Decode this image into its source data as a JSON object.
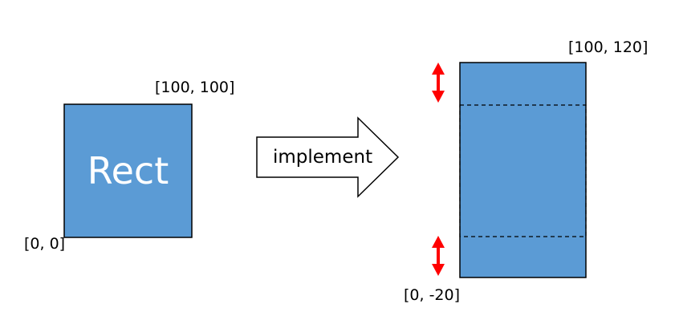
{
  "source": {
    "label": "Rect",
    "top_right": "[100, 100]",
    "bottom_left": "[0, 0]"
  },
  "transform": {
    "label": "implement"
  },
  "result": {
    "top_right": "[100, 120]",
    "bottom_left": "[0, -20]"
  },
  "colors": {
    "fill": "#5b9bd5",
    "stroke": "#000000",
    "indicator": "#ff0000"
  },
  "icons": {
    "transform_arrow": "right-block-arrow-icon",
    "expand_top": "double-vertical-arrow-icon",
    "expand_bottom": "double-vertical-arrow-icon"
  }
}
